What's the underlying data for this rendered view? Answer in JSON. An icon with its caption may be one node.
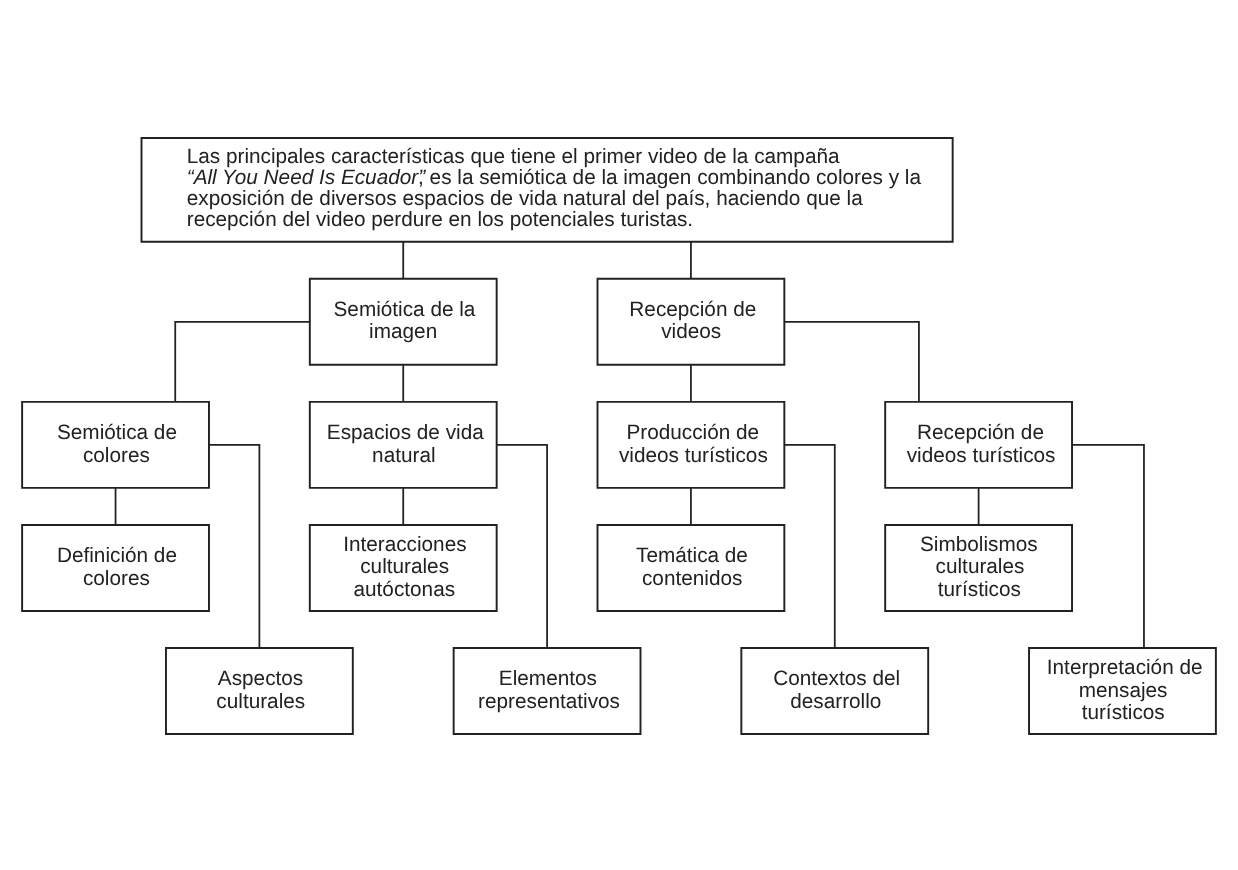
{
  "diagram": {
    "nodes": [
      {
        "text": [
          "Las principales características que tiene el primer video de la campaña *“All You Need Is Ecuador”*, es la semiótica de la imagen combinando colores y la exposición de diversos espacios de vida natural del país, haciendo que la recepción del video perdure en los potenciales turistas."
        ]
      },
      {
        "text": [
          "Semiótica de la imagen"
        ]
      },
      {
        "text": [
          "Recepción de videos"
        ]
      },
      {
        "text": [
          "Semiótica de colores"
        ]
      },
      {
        "text": [
          "Espacios de vida natural"
        ]
      },
      {
        "text": [
          "Producción de videos turísticos"
        ]
      },
      {
        "text": [
          "Recepción de videos turísticos"
        ]
      },
      {
        "text": [
          "Definición de colores"
        ]
      },
      {
        "text": [
          "Interacciones culturales autóctonas"
        ]
      },
      {
        "text": [
          "Temática de contenidos"
        ]
      },
      {
        "text": [
          "Simbolismos culturales turísticos"
        ]
      },
      {
        "text": [
          "Aspectos culturales"
        ]
      },
      {
        "text": [
          "Elementos representativos"
        ]
      },
      {
        "text": [
          "Contextos del desarrollo"
        ]
      },
      {
        "text": [
          "Interpretación de mensajes turísticos"
        ]
      }
    ],
    "edges": [
      {
        "from": 0,
        "to": 1,
        "arrow": "none"
      },
      {
        "from": 0,
        "to": 2,
        "arrow": "none"
      },
      {
        "from": 1,
        "to": 3,
        "arrow": "none"
      },
      {
        "from": 1,
        "to": 4,
        "arrow": "none"
      },
      {
        "from": 2,
        "to": 5,
        "arrow": "none"
      },
      {
        "from": 2,
        "to": 6,
        "arrow": "none"
      },
      {
        "from": 3,
        "to": 7,
        "arrow": "none"
      },
      {
        "from": 3,
        "to": 11,
        "arrow": "none"
      },
      {
        "from": 4,
        "to": 8,
        "arrow": "none"
      },
      {
        "from": 4,
        "to": 12,
        "arrow": "none"
      },
      {
        "from": 5,
        "to": 9,
        "arrow": "none"
      },
      {
        "from": 5,
        "to": 13,
        "arrow": "none"
      },
      {
        "from": 6,
        "to": 10,
        "arrow": "none"
      },
      {
        "from": 6,
        "to": 14,
        "arrow": "none"
      }
    ]
  }
}
